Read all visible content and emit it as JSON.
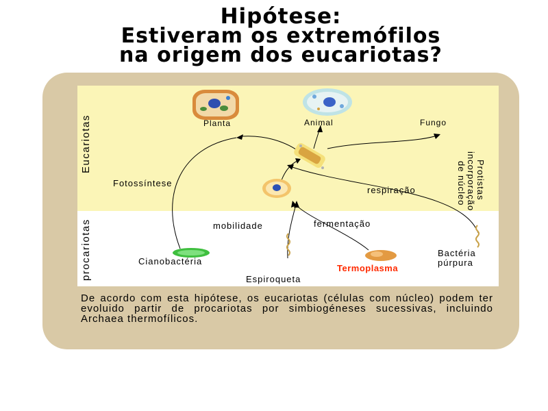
{
  "title": {
    "line1": "Hipótese:",
    "line2": "Estiveram os extremófilos",
    "line3": "na origem dos eucariotas?"
  },
  "labels": {
    "eucariotas": "Eucariotas",
    "procariotas": "procariotas",
    "planta": "Planta",
    "animal": "Animal",
    "fungo": "Fungo",
    "fotossintese": "Fotossíntese",
    "respiracao": "respiração",
    "mobilidade": "mobilidade",
    "fermentacao": "fermentação",
    "cianobacteria": "Cianobactéria",
    "espiroqueta": "Espiroqueta",
    "termoplasma": "Termoplasma",
    "bacteria_purpura_1": "Bactéria",
    "bacteria_purpura_2": "púrpura",
    "protistas_1": "Protistas",
    "protistas_2": "incorporação",
    "protistas_3": "de núcleo"
  },
  "caption": "De acordo com esta hipótese, os eucariotas (células com núcleo) podem ter evoluido partir de procariotas por simbiogéneses sucessivas, incluindo Archaea thermofílicos.",
  "colors": {
    "termoplasma": "#ff2a00",
    "panel": "#d9c9a6",
    "eukaryote_band": "#fbf5b7"
  }
}
